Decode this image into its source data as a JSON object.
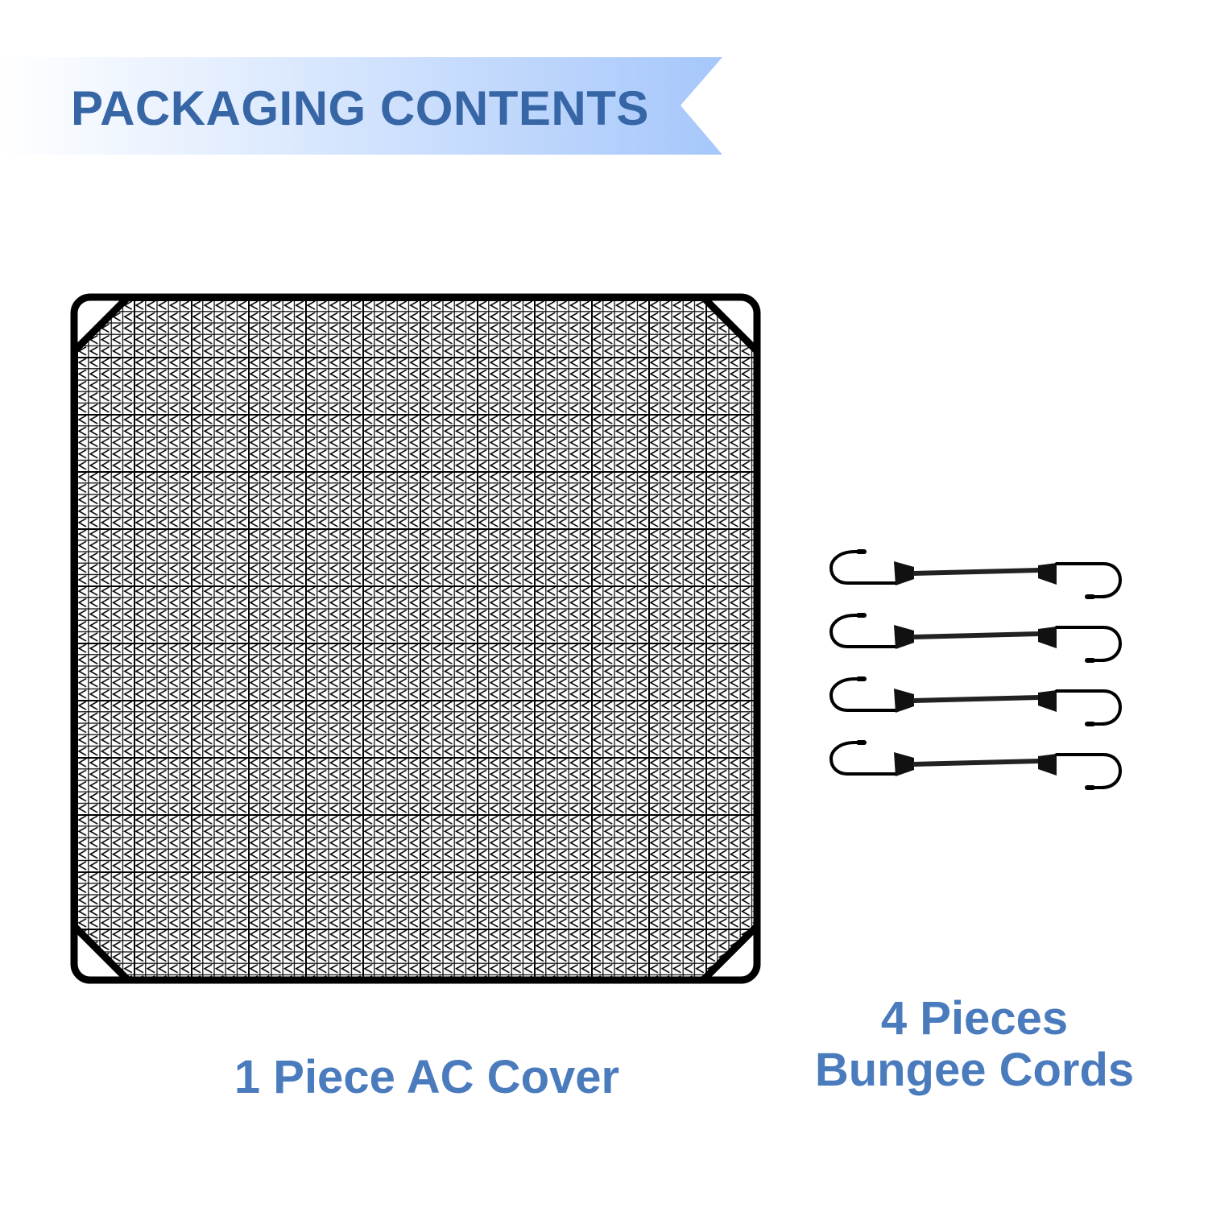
{
  "header": {
    "title": "PACKAGING CONTENTS"
  },
  "items": [
    {
      "label": "1 Piece AC Cover",
      "quantity": 1,
      "icon": "mesh-cover-icon"
    },
    {
      "label_line1": "4 Pieces",
      "label_line2": "Bungee Cords",
      "quantity": 4,
      "icon": "bungee-cord-icon"
    }
  ],
  "colors": {
    "title": "#3766a6",
    "label": "#4a7bbd",
    "banner_end": "#a9c9fb",
    "product": "#000000"
  }
}
